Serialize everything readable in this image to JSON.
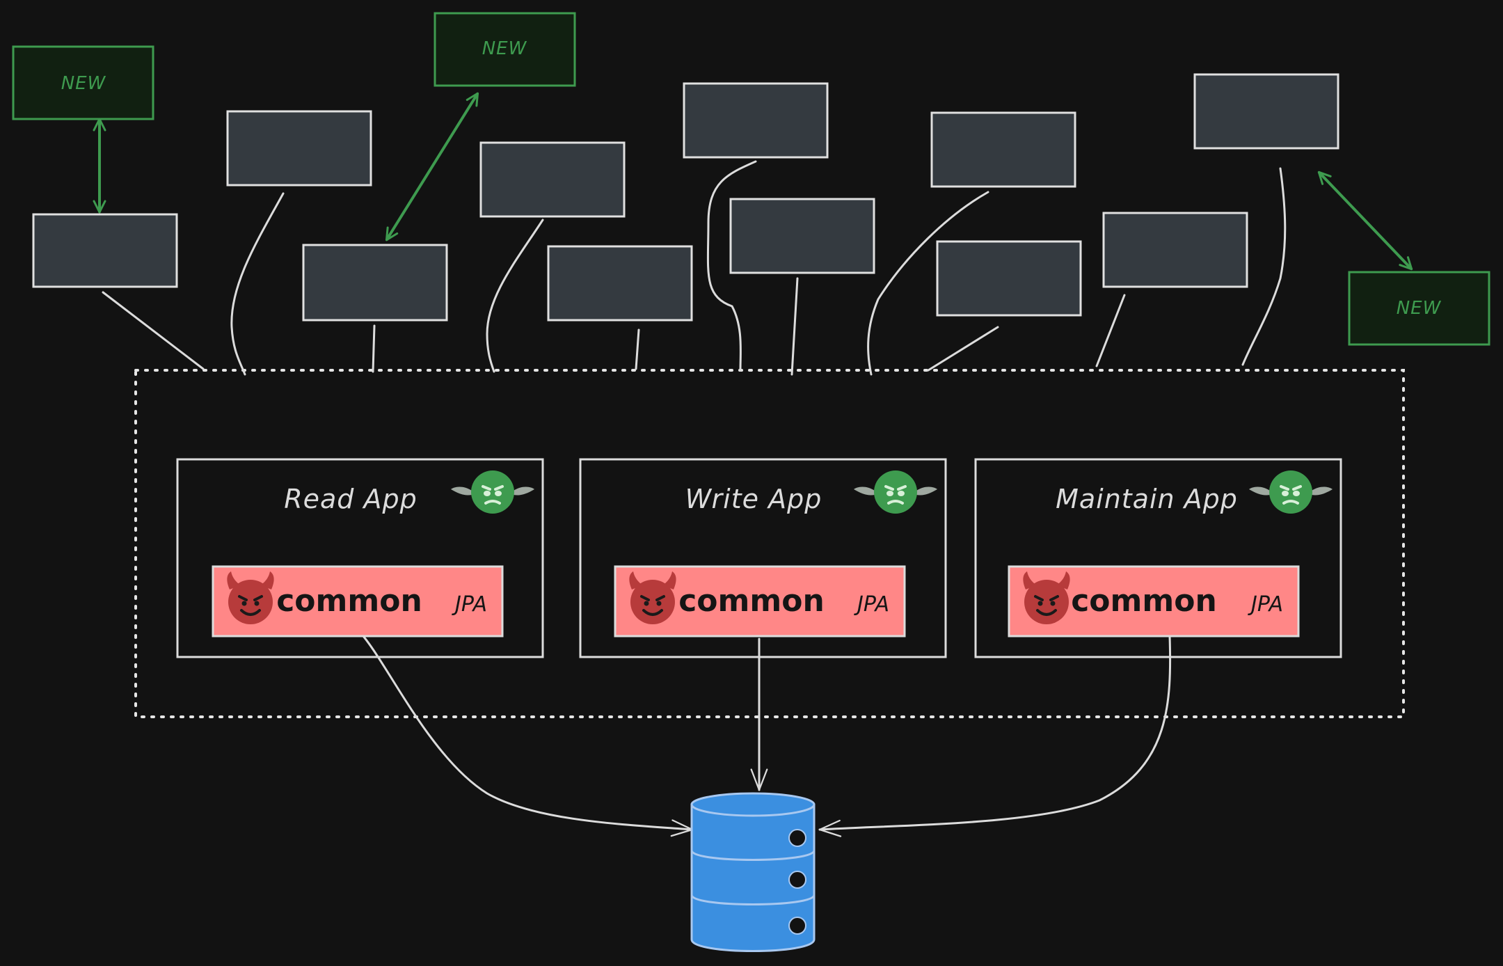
{
  "new_boxes": [
    {
      "label": "NEW"
    },
    {
      "label": "NEW"
    },
    {
      "label": "NEW"
    }
  ],
  "apps": [
    {
      "title": "Read App",
      "common_label": "common",
      "jpa_label": "JPA"
    },
    {
      "title": "Write App",
      "common_label": "common",
      "jpa_label": "JPA"
    },
    {
      "title": "Maintain App",
      "common_label": "common",
      "jpa_label": "JPA"
    }
  ],
  "icons": {
    "app_icon": "ogre-face-icon",
    "common_icon": "devil-face-icon",
    "database_icon": "database-icon"
  },
  "colors": {
    "background": "#121212",
    "client_box_fill": "#343a40",
    "new_box_fill": "#112011",
    "new_box_stroke": "#3e9b4f",
    "common_fill": "#ff8787",
    "database_fill": "#3b8fe0",
    "line": "#dcdcdc"
  }
}
